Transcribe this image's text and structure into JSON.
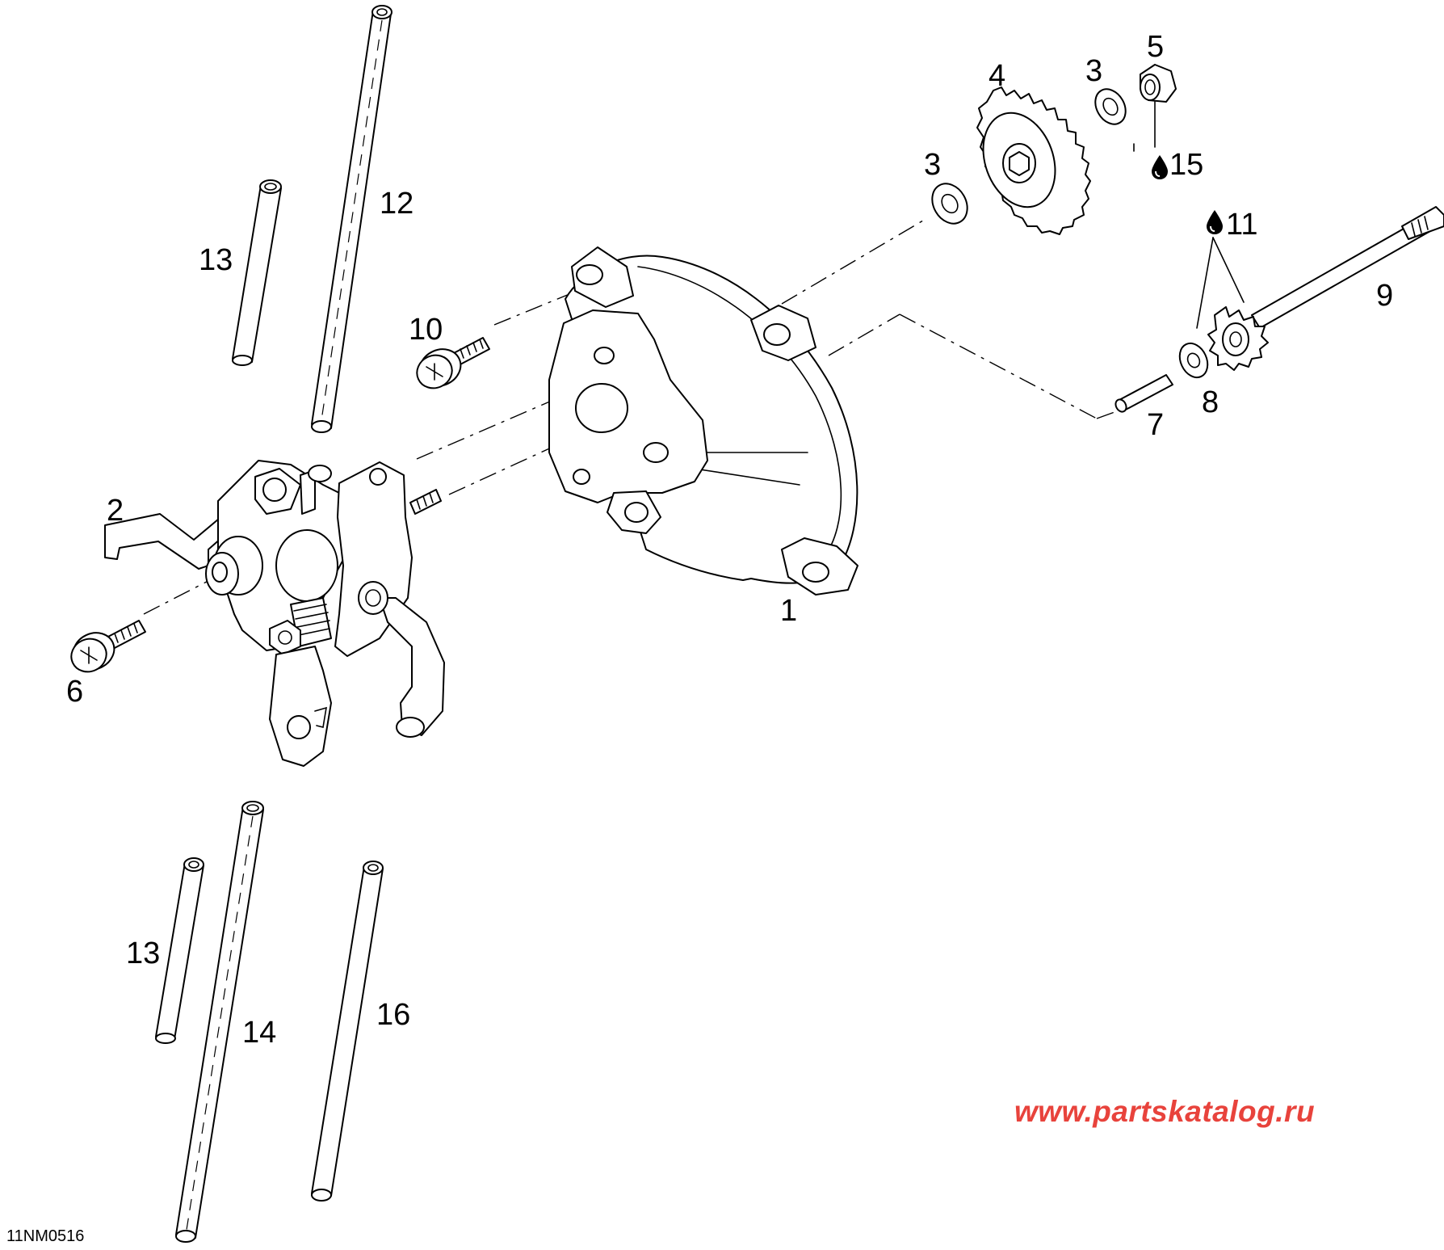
{
  "diagram": {
    "callouts": {
      "c1": "1",
      "c2": "2",
      "c3a": "3",
      "c3b": "3",
      "c4": "4",
      "c5": "5",
      "c6": "6",
      "c7": "7",
      "c8": "8",
      "c9": "9",
      "c10": "10",
      "c11": "11",
      "c12": "12",
      "c13a": "13",
      "c13b": "13",
      "c14": "14",
      "c15": "15",
      "c16": "16"
    },
    "drawing_code": "11NM0516",
    "icons": [
      "oil-drop-icon"
    ]
  },
  "watermark": "www.partskatalog.ru",
  "colors": {
    "watermark": "#e8433c",
    "line": "#000000",
    "background": "#ffffff"
  }
}
